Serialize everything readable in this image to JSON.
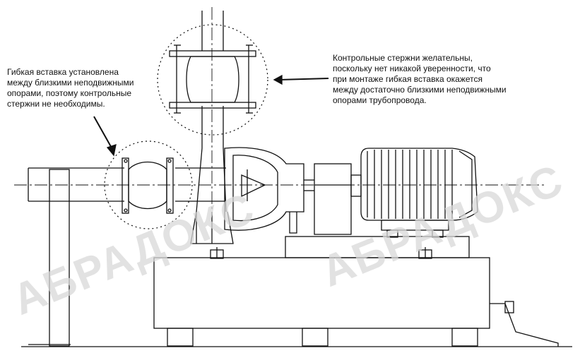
{
  "annotations": {
    "left_note": "Гибкая вставка установлена\nмежду близкими неподвижными\nопорами, поэтому контрольные\nстержни не необходимы.",
    "right_note": "Контрольные стержни желательны,\nпоскольку нет никакой уверенности, что\nпри монтаже гибкая вставка окажется\nмежду достаточно близкими неподвижными\nопорами трубопровода."
  },
  "watermark": {
    "text_1": "АБРАДОКС",
    "text_2": "АБРАДОКС"
  },
  "colors": {
    "line": "#111111",
    "watermark": "#d9d9d9",
    "background": "#ffffff"
  }
}
